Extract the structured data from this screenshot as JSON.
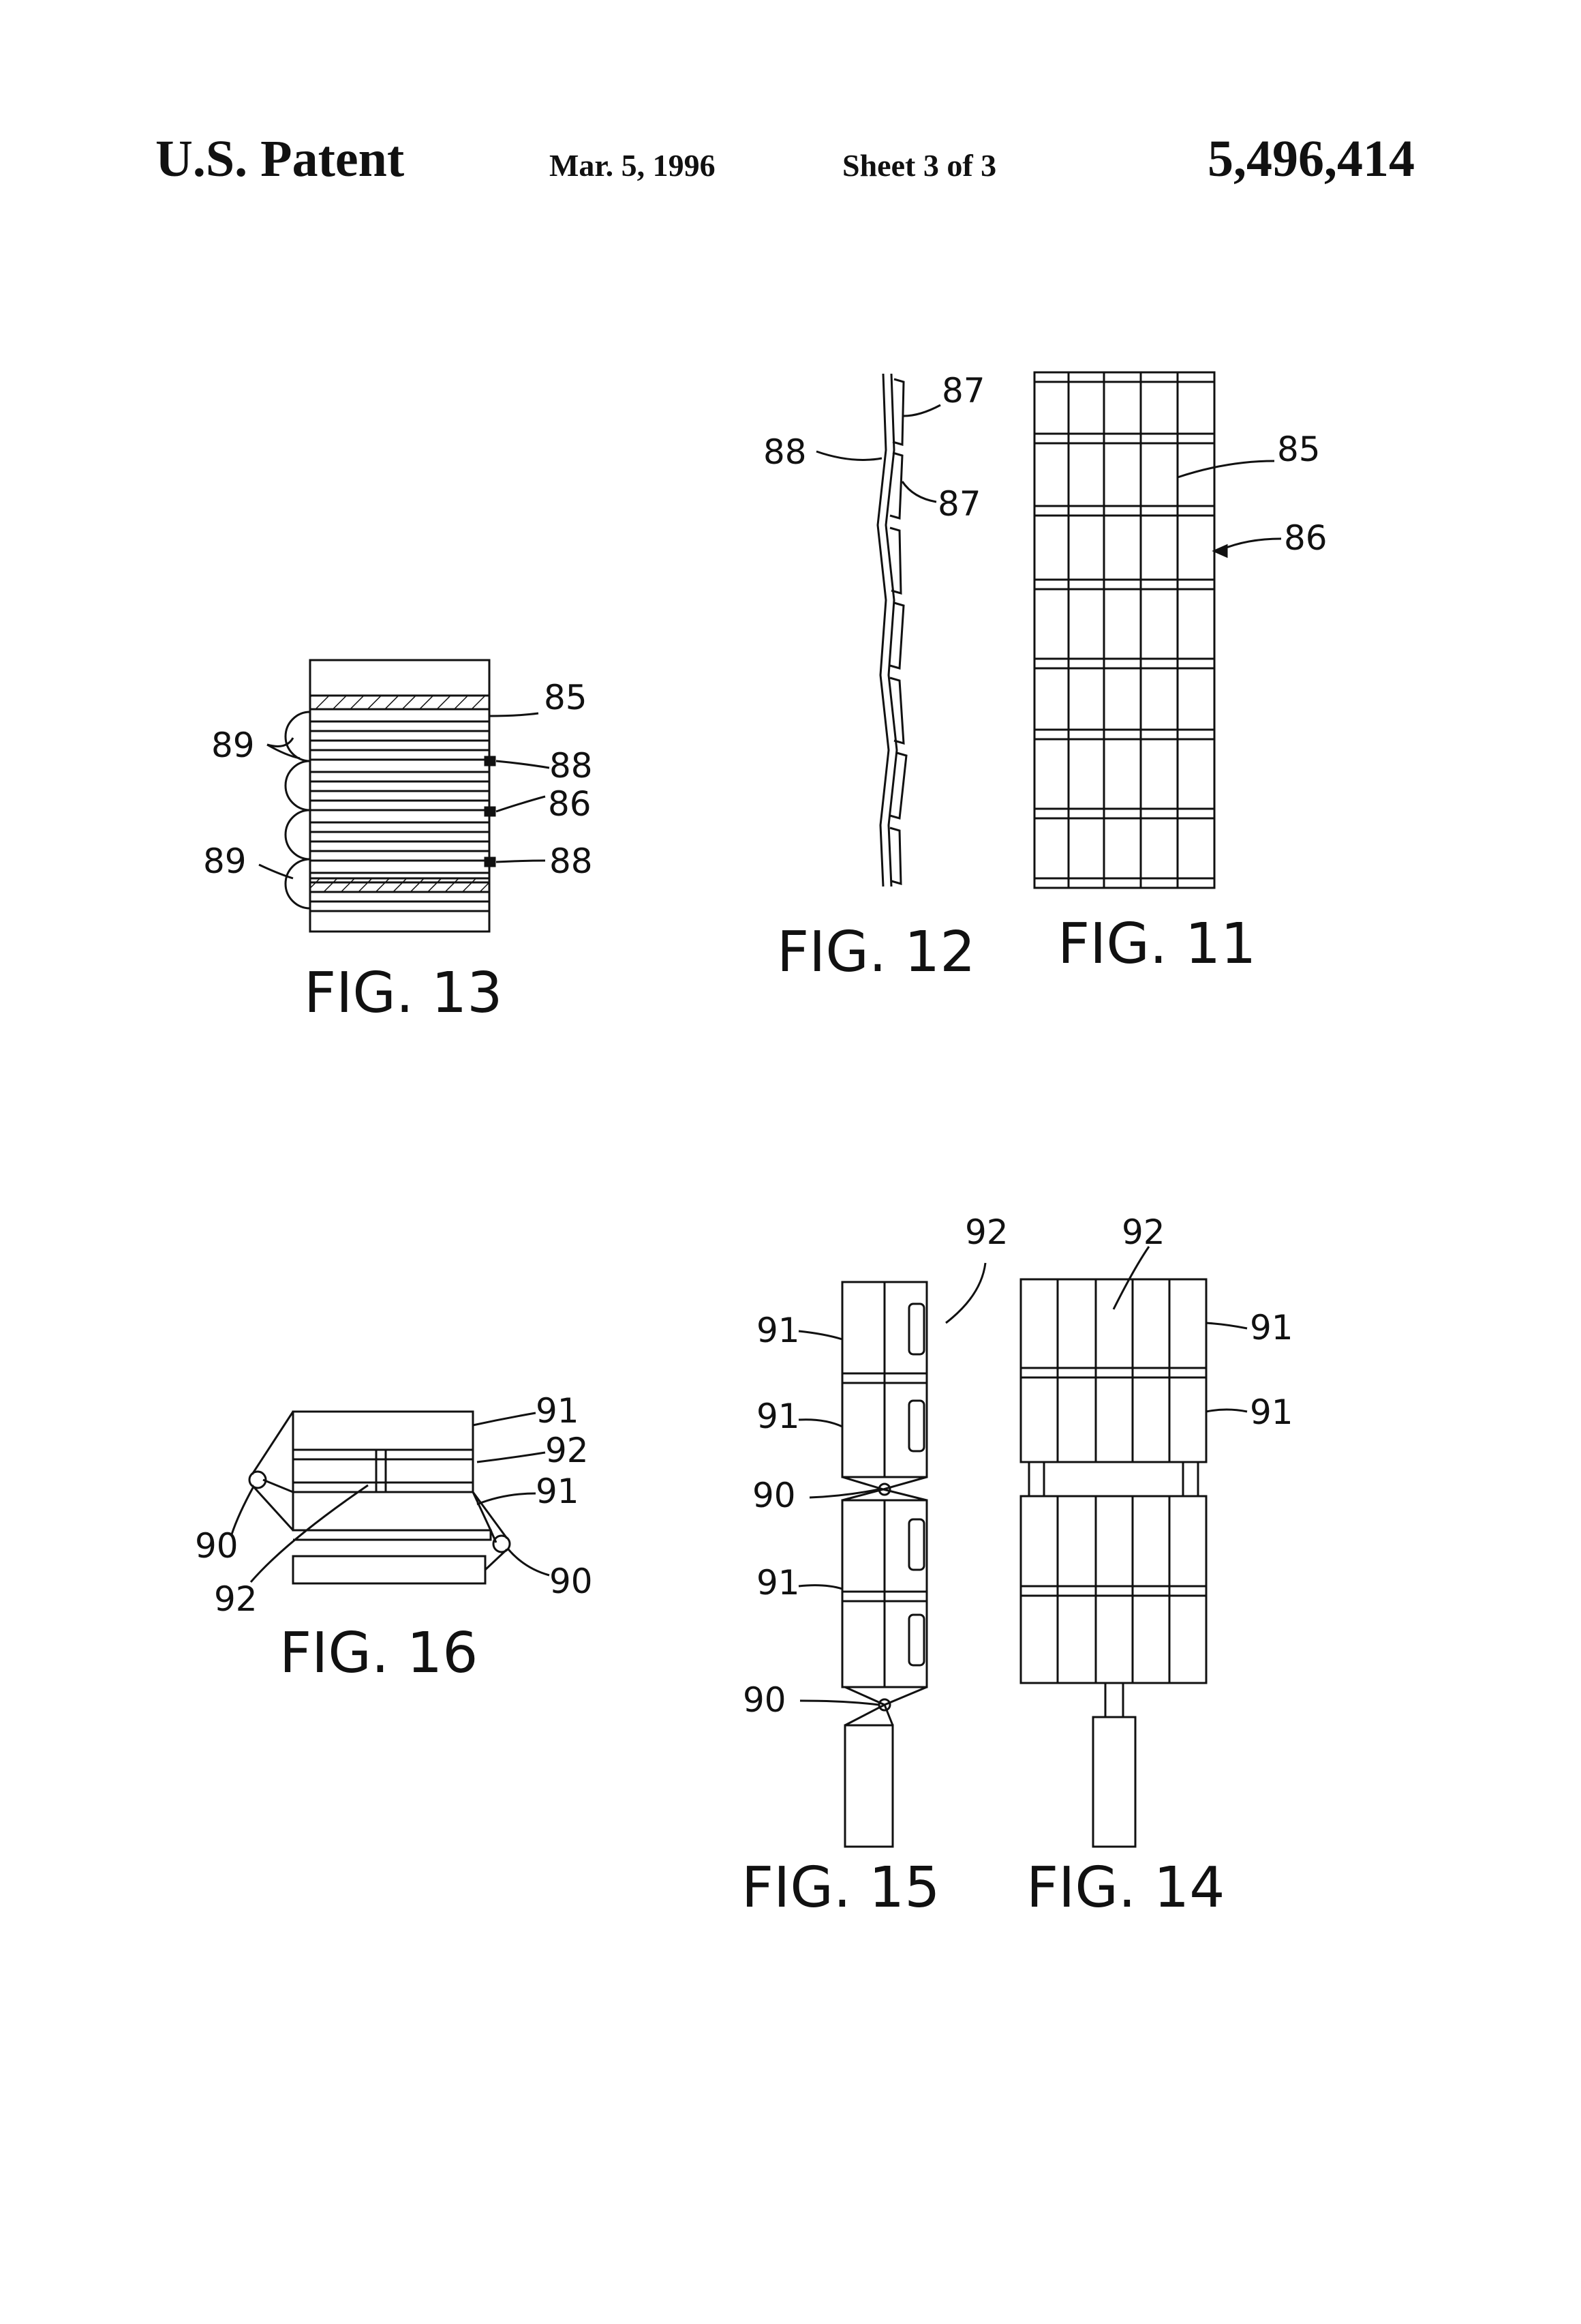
{
  "header": {
    "title": "U.S. Patent",
    "date": "Mar. 5, 1996",
    "sheet": "Sheet 3 of 3",
    "patent_number": "5,496,414"
  },
  "figures": {
    "fig11": {
      "caption": "FIG. 11",
      "labels": {
        "a": "85",
        "b": "86"
      }
    },
    "fig12": {
      "caption": "FIG. 12",
      "labels": {
        "a": "87",
        "b": "88",
        "c": "87"
      }
    },
    "fig13": {
      "caption": "FIG. 13",
      "labels": {
        "a": "85",
        "b": "89",
        "c": "88",
        "d": "86",
        "e": "89",
        "f": "88"
      }
    },
    "fig14": {
      "caption": "FIG. 14",
      "labels": {
        "a": "92",
        "b": "91",
        "c": "91"
      }
    },
    "fig15": {
      "caption": "FIG. 15",
      "labels": {
        "a": "92",
        "b": "91",
        "c": "91",
        "d": "90",
        "e": "91",
        "f": "90"
      }
    },
    "fig16": {
      "caption": "FIG. 16",
      "labels": {
        "a": "91",
        "b": "92",
        "c": "91",
        "d": "90",
        "e": "92",
        "f": "90"
      }
    }
  }
}
